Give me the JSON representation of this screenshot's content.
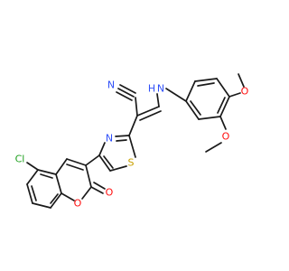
{
  "molecule": {
    "atom_labels": {
      "nitrile_c": "C",
      "nitrile_n": "N",
      "amine_n": "N",
      "amine_h": "H",
      "methoxy_o_top": "O",
      "methoxy_o_bottom": "O",
      "thiazole_n": "N",
      "thiazole_s": "S",
      "chlorine": "Cl",
      "ring_o": "O",
      "carbonyl_o": "O"
    },
    "colors": {
      "bond": "#1a1a1a",
      "nitrogen": "#3050f8",
      "oxygen": "#ff0d0d",
      "sulfur": "#c8a000",
      "chlorine": "#1fa01f",
      "carbon": "#1a1a1a"
    }
  }
}
